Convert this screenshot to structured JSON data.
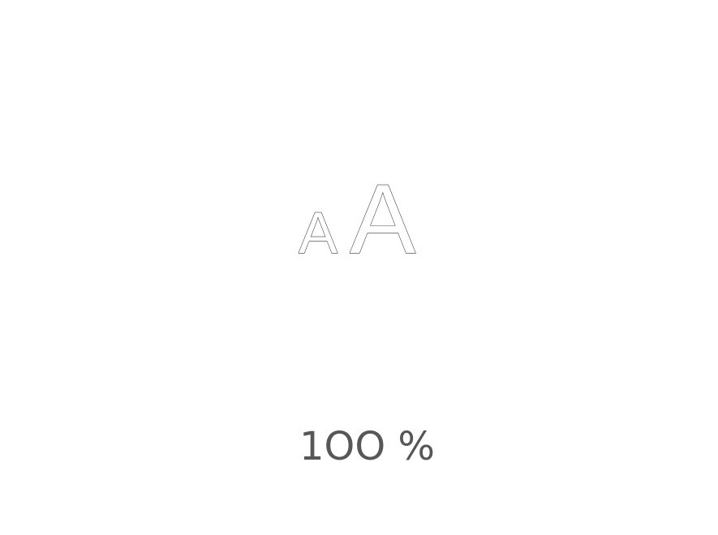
{
  "icon": {
    "name": "font-size-icon",
    "small_letter": "A",
    "large_letter": "A",
    "fill_color": "#ffffff",
    "stroke_color": "#000000"
  },
  "zoom": {
    "label": "1OO %",
    "value_percent": 100,
    "text_color": "#575757"
  }
}
